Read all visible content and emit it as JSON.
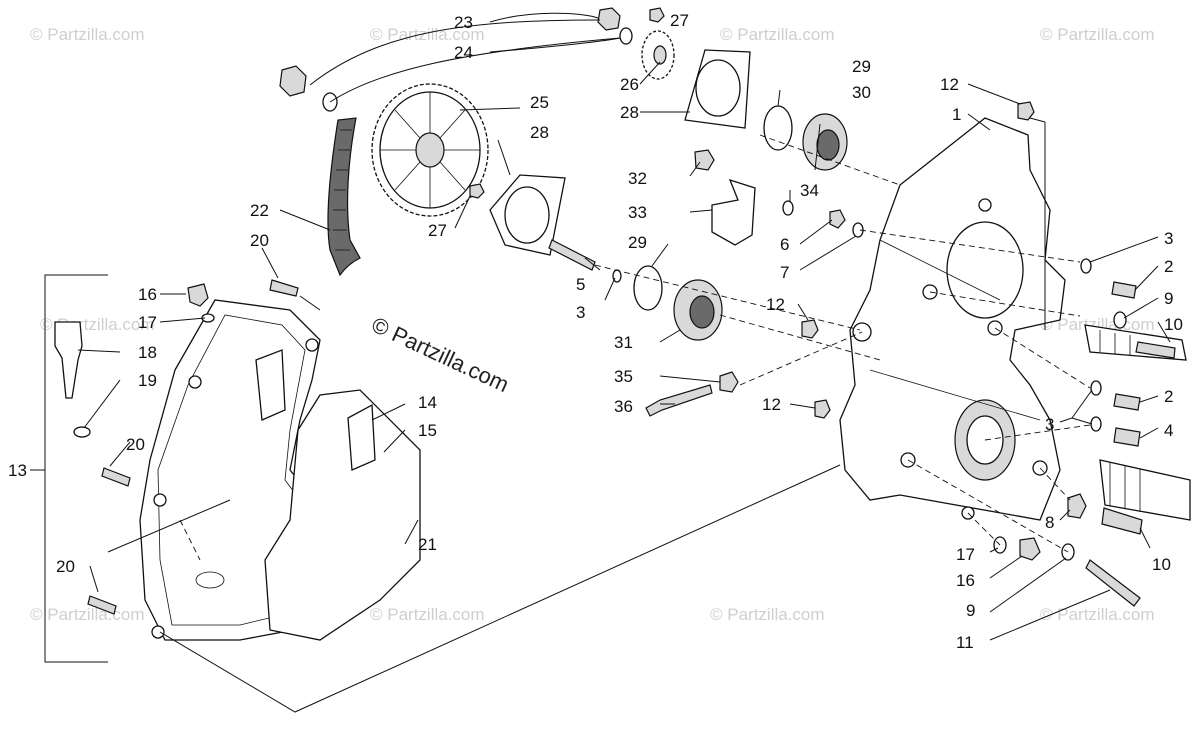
{
  "watermark": {
    "text": "© Partzilla.com",
    "center_text": "© Partzilla.com"
  },
  "callouts": [
    {
      "id": "c1",
      "label": "1"
    },
    {
      "id": "c2a",
      "label": "2"
    },
    {
      "id": "c2b",
      "label": "2"
    },
    {
      "id": "c3a",
      "label": "3"
    },
    {
      "id": "c3b",
      "label": "3"
    },
    {
      "id": "c3c",
      "label": "3"
    },
    {
      "id": "c4",
      "label": "4"
    },
    {
      "id": "c5",
      "label": "5"
    },
    {
      "id": "c6",
      "label": "6"
    },
    {
      "id": "c7",
      "label": "7"
    },
    {
      "id": "c8",
      "label": "8"
    },
    {
      "id": "c9a",
      "label": "9"
    },
    {
      "id": "c9b",
      "label": "9"
    },
    {
      "id": "c10a",
      "label": "10"
    },
    {
      "id": "c10b",
      "label": "10"
    },
    {
      "id": "c11",
      "label": "11"
    },
    {
      "id": "c12a",
      "label": "12"
    },
    {
      "id": "c12b",
      "label": "12"
    },
    {
      "id": "c12c",
      "label": "12"
    },
    {
      "id": "c13",
      "label": "13"
    },
    {
      "id": "c14",
      "label": "14"
    },
    {
      "id": "c15",
      "label": "15"
    },
    {
      "id": "c16a",
      "label": "16"
    },
    {
      "id": "c16b",
      "label": "16"
    },
    {
      "id": "c17a",
      "label": "17"
    },
    {
      "id": "c17b",
      "label": "17"
    },
    {
      "id": "c18",
      "label": "18"
    },
    {
      "id": "c19",
      "label": "19"
    },
    {
      "id": "c20a",
      "label": "20"
    },
    {
      "id": "c20b",
      "label": "20"
    },
    {
      "id": "c20c",
      "label": "20"
    },
    {
      "id": "c21",
      "label": "21"
    },
    {
      "id": "c22",
      "label": "22"
    },
    {
      "id": "c23",
      "label": "23"
    },
    {
      "id": "c24",
      "label": "24"
    },
    {
      "id": "c25",
      "label": "25"
    },
    {
      "id": "c26",
      "label": "26"
    },
    {
      "id": "c27a",
      "label": "27"
    },
    {
      "id": "c27b",
      "label": "27"
    },
    {
      "id": "c28a",
      "label": "28"
    },
    {
      "id": "c28b",
      "label": "28"
    },
    {
      "id": "c29a",
      "label": "29"
    },
    {
      "id": "c29b",
      "label": "29"
    },
    {
      "id": "c30",
      "label": "30"
    },
    {
      "id": "c31",
      "label": "31"
    },
    {
      "id": "c32",
      "label": "32"
    },
    {
      "id": "c33",
      "label": "33"
    },
    {
      "id": "c34",
      "label": "34"
    },
    {
      "id": "c35",
      "label": "35"
    },
    {
      "id": "c36",
      "label": "36"
    }
  ]
}
